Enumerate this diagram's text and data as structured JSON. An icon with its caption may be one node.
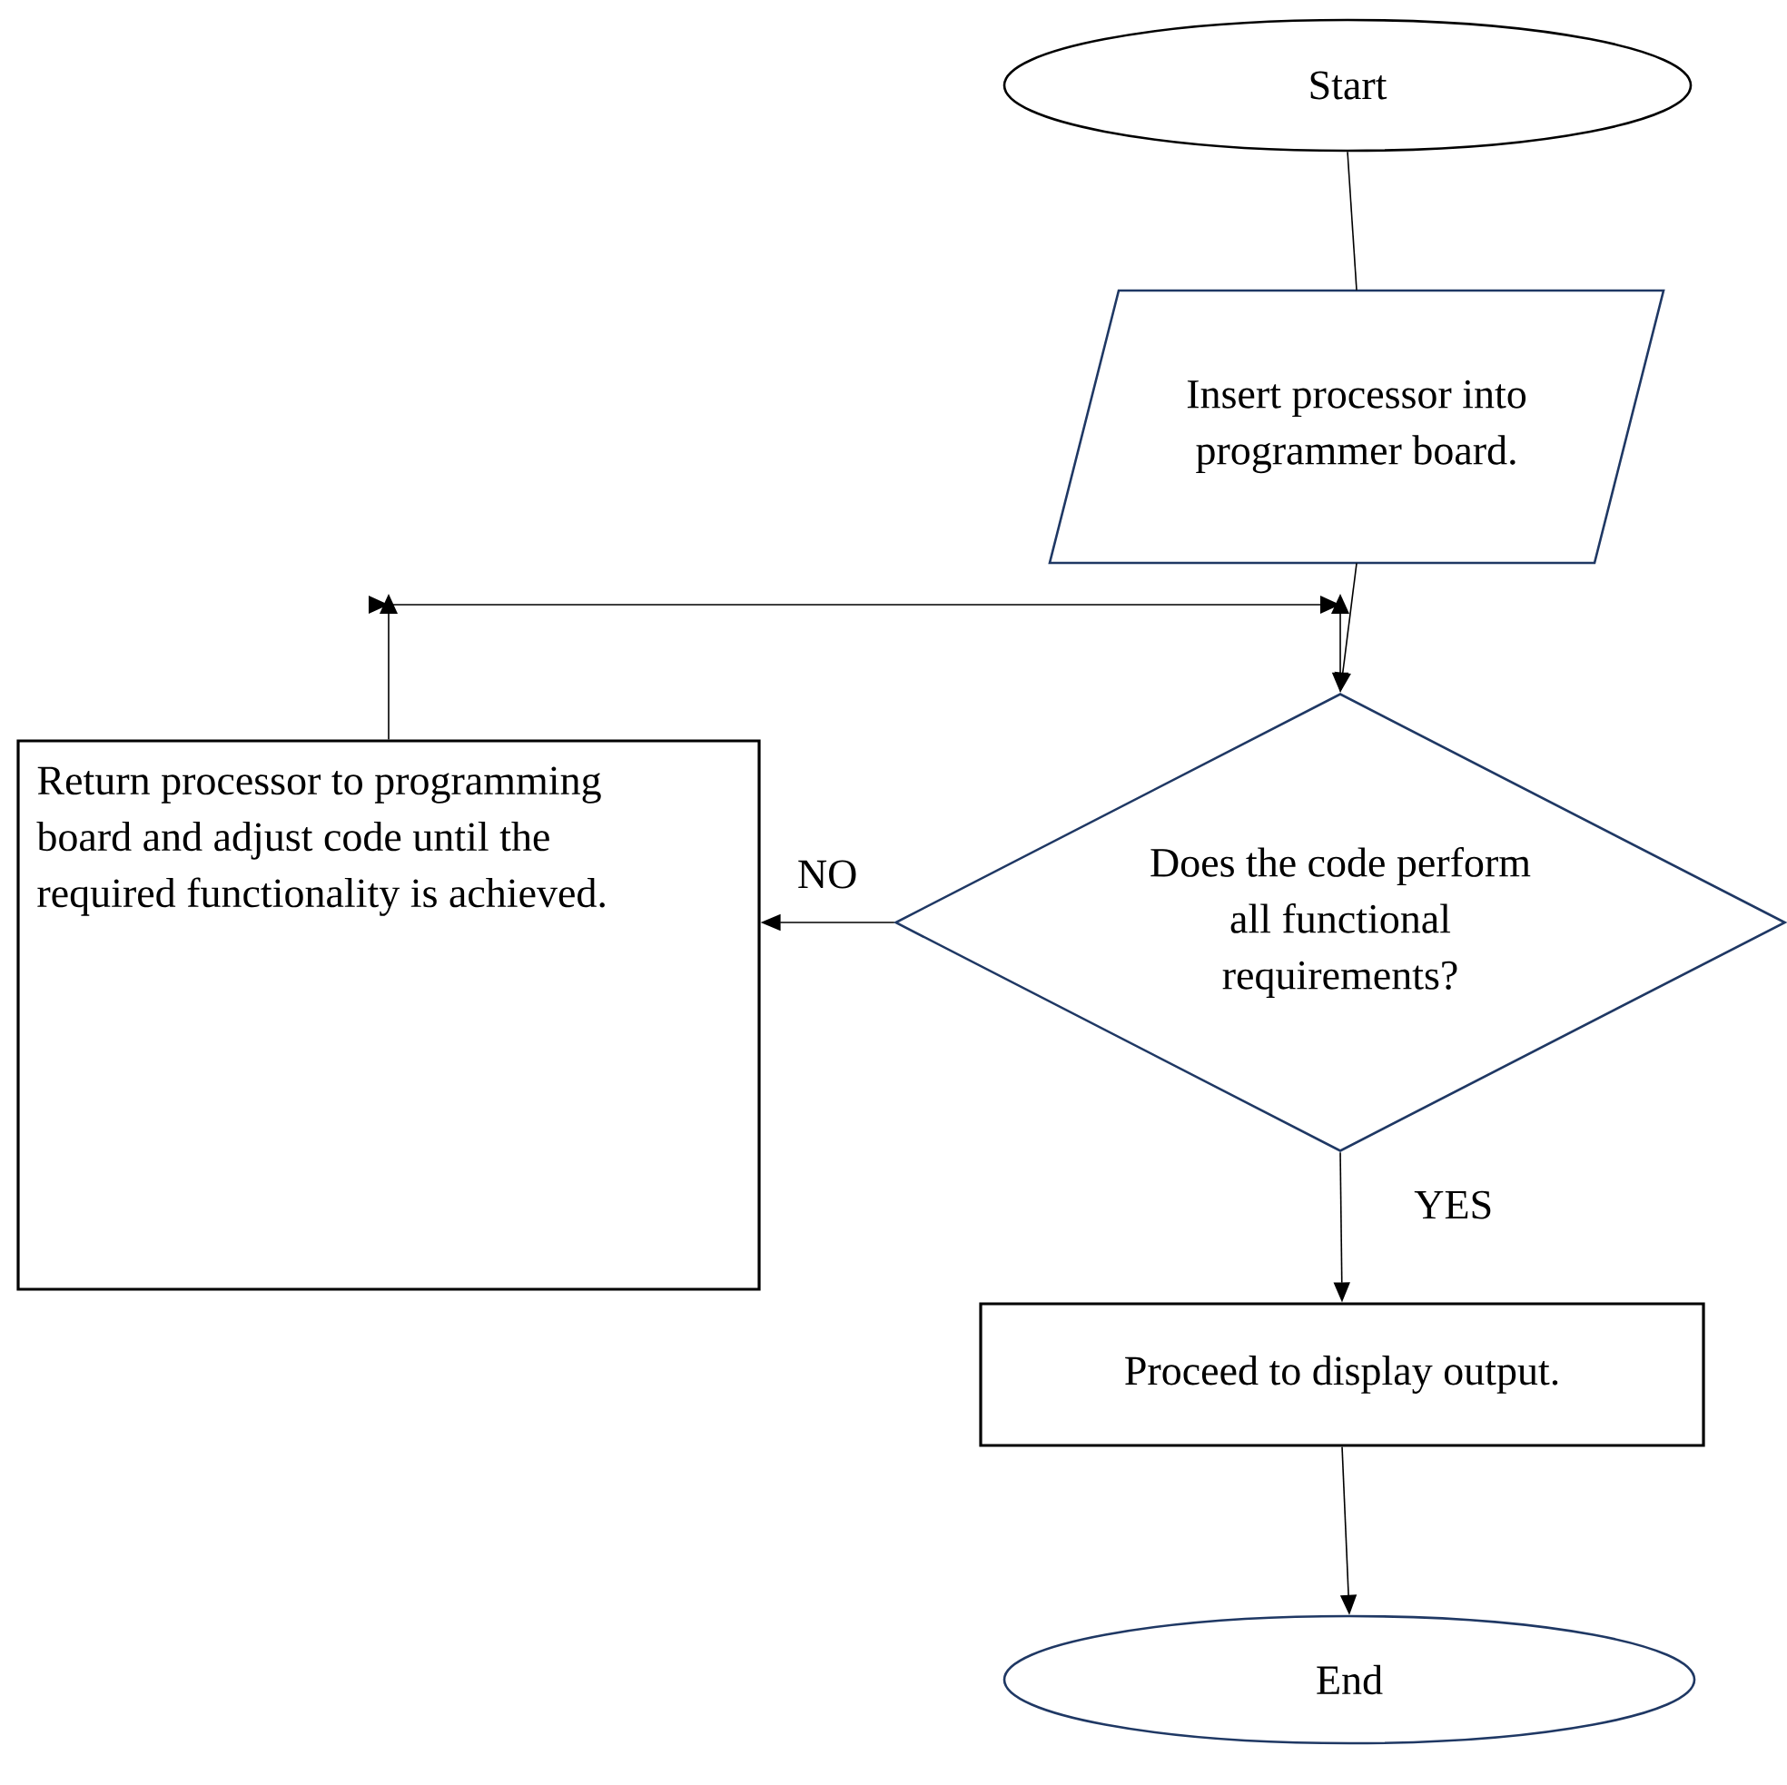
{
  "diagram": {
    "nodes": [
      {
        "text": [
          "Start"
        ]
      },
      {
        "text": [
          "Insert processor into programmer board."
        ]
      },
      {
        "text": [
          "Does the code perform all functional requirements?"
        ]
      },
      {
        "text": [
          "Return processor to programming board and adjust code until the required functionality is achieved."
        ]
      },
      {
        "text": [
          "Proceed to display output."
        ]
      },
      {
        "text": [
          "End"
        ]
      }
    ],
    "edges": [
      {
        "from": 0,
        "to": 1,
        "arrow": "none"
      },
      {
        "from": 1,
        "to": 2,
        "arrow": "to"
      },
      {
        "from": 2,
        "to": 3,
        "arrow": "to",
        "label": "NO"
      },
      {
        "from": 3,
        "to": 2,
        "arrow": "to"
      },
      {
        "from": 2,
        "to": 4,
        "arrow": "to",
        "label": "YES"
      },
      {
        "from": 4,
        "to": 5,
        "arrow": "to"
      }
    ]
  }
}
